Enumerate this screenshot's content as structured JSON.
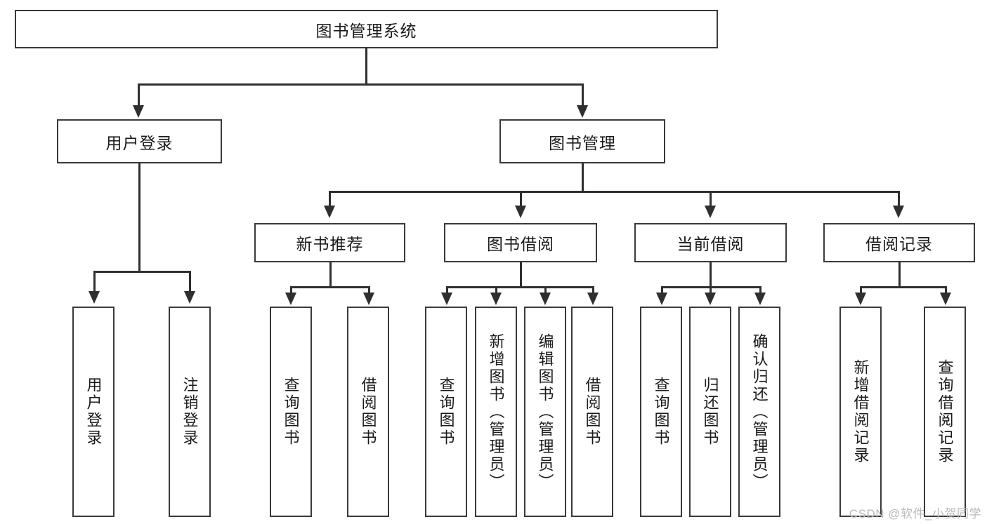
{
  "diagram": {
    "title": "图书管理系统",
    "type": "tree-hierarchy",
    "root": {
      "label": "图书管理系统"
    },
    "level2": [
      {
        "label": "用户登录"
      },
      {
        "label": "图书管理"
      }
    ],
    "level3": [
      {
        "label": "新书推荐"
      },
      {
        "label": "图书借阅"
      },
      {
        "label": "当前借阅"
      },
      {
        "label": "借阅记录"
      }
    ],
    "leaves": {
      "user_login": [
        {
          "label": "用户登录"
        },
        {
          "label": "注销登录"
        }
      ],
      "new_book_recommend": [
        {
          "label": "查询图书"
        },
        {
          "label": "借阅图书"
        }
      ],
      "book_borrow": [
        {
          "label": "查询图书"
        },
        {
          "label": "新增图书（管理员）"
        },
        {
          "label": "编辑图书（管理员）"
        },
        {
          "label": "借阅图书"
        }
      ],
      "current_borrow": [
        {
          "label": "查询图书"
        },
        {
          "label": "归还图书"
        },
        {
          "label": "确认归还（管理员）"
        }
      ],
      "borrow_record": [
        {
          "label": "新增借阅记录"
        },
        {
          "label": "查询借阅记录"
        }
      ]
    }
  },
  "watermark": {
    "text": "CSDN @软件_小贺同学"
  },
  "colors": {
    "border": "#3a3a3a",
    "line": "#2f2f2f",
    "text": "#1b1b1b",
    "background": "#ffffff",
    "watermark": "#b9b9b9"
  }
}
